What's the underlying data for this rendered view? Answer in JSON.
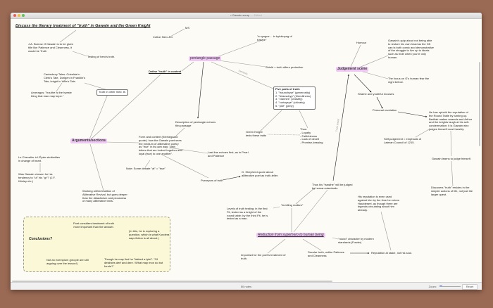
{
  "window": {
    "title": "Gawain scrap",
    "edited": "— Edited"
  },
  "status": {
    "note_count": "50 notes",
    "zoom_label": "Zoom:",
    "reset_label": "Reset"
  },
  "edge_labels": {
    "symbolic": "Symbolic",
    "vertical": "Truth tested"
  },
  "notes": {
    "title": "Discuss the literary treatment of \"truth\" in Gawain and the Green Knight",
    "burrow": "J.A. Burrow: if Gawain is to be given title like Patience and Cleanness, it would be Truth",
    "testing": "Testing of hero's truth.",
    "ms": "MS",
    "cotton": "Cotton Nero A.x",
    "canterbury": "Canterbury Tales: Griselda in Clerk's Tale, Dorigen in Franklin's Tale, knight in Wife's Tale.",
    "arveragus": "Arveragus: \"trouthe is the hyeste thing that man may kepe.\"",
    "truth_other": "Truth in other med. lit.",
    "define": "Define \"truth\" in context",
    "pentangle": "pentangle passage",
    "syngne": "\"a syngne… in bytoknyng of trawþe\"",
    "shield": "Shield = truth offers protection",
    "five_title": "Five parts of truth:",
    "five_items": [
      "1. \"fraunchyse\" (generosity)",
      "2. \"felazschyp\" (friendliness)",
      "3. \"clannes\" (chastity)",
      "4. \"cortaysye\" (chivalry)",
      "5. \"pité\" (piety)"
    ],
    "green_knight": "Green Knight tests these traits",
    "thus_title": "Thus:",
    "thus_items": [
      "- Loyalty",
      "- Faithfulness",
      "- Lack of deceit",
      "- Promise-keeping"
    ],
    "description": "Description of pentangle echoes this passage",
    "arguments": "Arguments/sections",
    "form": "Form and content (Kierkegaard quote): how the Gawain poet sees the medium of alliterative poetry as \"true\" in its own way: \"with letters that are locked together and loyal (true) to one another\".",
    "note_debate": "Note: Some debate \"at\" = \"true\"",
    "last_line": "Last line echoes first, as in Pearl and Patience",
    "purveyors": "Purveyors of truth",
    "shepherd": "G. Shepherd quote about alliterative poet as truth-teller.",
    "chevalier": "Le Chevalier à L'Épée similarities in change of heart.",
    "was_gawain": "Was Gawain chosen for his tendency to \"ut\" his \"gr\"? (J.F. Kiteley etc.)",
    "working": "Working within tradition of Alliterative Revival, but goes deeper than the didacticism and piousness of many alliterative texts.",
    "judgement": "Judgement scene",
    "humour": "Humour",
    "quip": "Gawain's quip about not being able to restore his own head as the GK can is both comic and demonstrative of the struggle to live up to ideals such as truth when you're only human.",
    "focus": "The focus on G's human fear the night before.",
    "shame": "Shame and youthful excuses",
    "personal": "Personal revelation",
    "upheld": "He has upheld the reputation of the Round Table by turning up. Bertilak makes amends and Arthur and the knights laugh at his self-condemnation: it is Gawain who judges himself most harshly.",
    "self_judgement": "Self-judgement = emphasis of Lateran Council of 1215.",
    "learns": "Gawain learns to judge himself.",
    "discovers": "Discovers \"truth\" resides in the simpler actions of life, not just the larger quest.",
    "thus_his": "Thus his \"trawthe\" will be judged by human standards.",
    "levelling": "\"levelling realism\"",
    "levels": "Levels of truth testing: in the first Fit, tested as a knight of the round table; by the third Fit, he is tested as a man.",
    "reduction": "Reduction from superhero to human being",
    "important": "Important for the poet's treatment of truth.",
    "secular": "Secular truth, unlike Patience and Cleanness",
    "reputation": "Reputation at stake, not his soul.",
    "round": "\"round\" character by modern standards (Fowler)",
    "his_reputation": "His reputation is even used against him by the time he enters Hautdesert, as though there are legends circulating about him already.",
    "conclusions": "Conclusions?",
    "poet_considers": "Poet considers treatment of truth more important than the answer.",
    "in_this": "(In this, he is exploring a question, which is what Kundera says fiction is all about.)",
    "not_exemplum": "Not an exemplum (people are still arguing over the lesson!)",
    "though": "Though he may find he \"lakked a lytel\". \"Of destinies derf and dere / What may mon do but fonde?\""
  },
  "colors": {
    "background": "#9b6a54",
    "canvas": "#fdfbf5",
    "highlight": "#efc8f4",
    "group": "#fbf8d8"
  }
}
